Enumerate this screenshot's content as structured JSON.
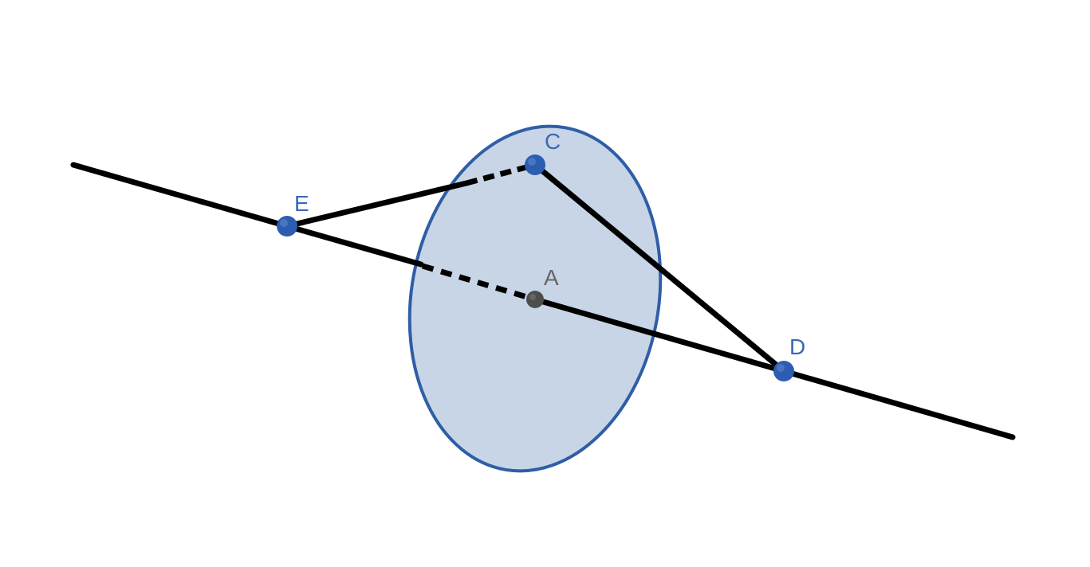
{
  "colors": {
    "line": "#000000",
    "disk_fill": "#c8d5e6",
    "disk_stroke": "#2f5ea6",
    "blue_point": "#2c5db0",
    "blue_label": "#3a68b8",
    "center_point": "#4d4d4d",
    "center_label": "#666666",
    "background": "#ffffff"
  },
  "points": {
    "C": {
      "label": "C"
    },
    "E": {
      "label": "E"
    },
    "A": {
      "label": "A"
    },
    "D": {
      "label": "D"
    }
  }
}
